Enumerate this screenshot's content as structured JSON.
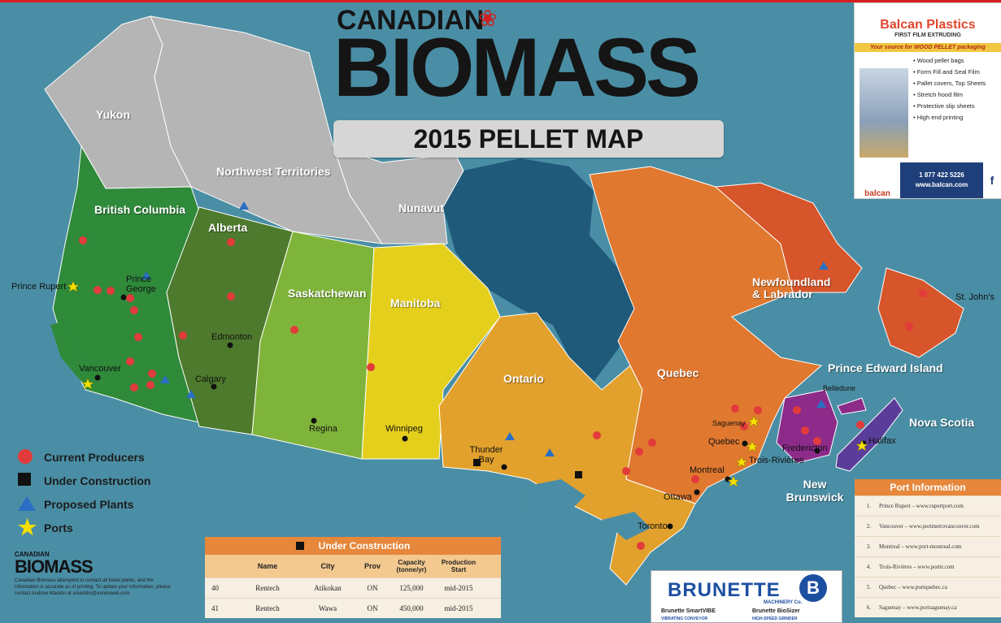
{
  "header": {
    "canadian": "CANADIAN",
    "biomass": "BIOMASS",
    "subtitle": "2015 PELLET MAP"
  },
  "provinces": [
    {
      "id": "yukon",
      "label": "Yukon"
    },
    {
      "id": "nwt",
      "label": "Northwest Territories"
    },
    {
      "id": "nunavut",
      "label": "Nunavut"
    },
    {
      "id": "bc",
      "label": "British Columbia"
    },
    {
      "id": "alberta",
      "label": "Alberta"
    },
    {
      "id": "sask",
      "label": "Saskatchewan"
    },
    {
      "id": "manitoba",
      "label": "Manitoba"
    },
    {
      "id": "ontario",
      "label": "Ontario"
    },
    {
      "id": "quebec",
      "label": "Quebec"
    },
    {
      "id": "nl",
      "label": "Newfoundland & Labrador"
    },
    {
      "id": "pei",
      "label": "Prince Edward Island"
    },
    {
      "id": "ns",
      "label": "Nova Scotia"
    },
    {
      "id": "nb",
      "label": "New Brunswick"
    }
  ],
  "cities": [
    "Prince Rupert",
    "Prince George",
    "Vancouver",
    "Edmonton",
    "Calgary",
    "Regina",
    "Winnipeg",
    "Thunder Bay",
    "Toronto",
    "Ottawa",
    "Montreal",
    "Quebec",
    "Trois-Rivières",
    "Saguenay",
    "Belledune",
    "Fredericton",
    "Halifax",
    "St. John's"
  ],
  "legend": {
    "current": "Current Producers",
    "construction": "Under Construction",
    "proposed": "Proposed Plants",
    "ports": "Ports"
  },
  "footer": {
    "logo_small": "CANADIAN",
    "logo_big": "BIOMASS",
    "disclaimer": "Canadian Biomass attempted to contact all listed plants, and the information is accurate as of printing. To update your information, please contact Andrew Macklin at amacklin@annexweb.com."
  },
  "under_construction": {
    "title": "Under Construction",
    "columns": [
      "",
      "Name",
      "City",
      "Prov",
      "Capacity (tonne/yr)",
      "Production Start"
    ],
    "rows": [
      [
        "40",
        "Rentech",
        "Atikokan",
        "ON",
        "125,000",
        "mid-2015"
      ],
      [
        "41",
        "Rentech",
        "Wawa",
        "ON",
        "450,000",
        "mid-2015"
      ]
    ]
  },
  "ports": {
    "title": "Port Information",
    "rows": [
      [
        "1.",
        "Prince Rupert – www.rupertport.com"
      ],
      [
        "2.",
        "Vancouver – www.portmetrovancouver.com"
      ],
      [
        "3.",
        "Montreal – www.port-montreal.com"
      ],
      [
        "4.",
        "Trois-Rivières – www.porttr.com"
      ],
      [
        "5.",
        "Quebec – www.portquebec.ca"
      ],
      [
        "6.",
        "Saguenay – www.portsaguenay.ca"
      ]
    ]
  },
  "ads": {
    "balcan": {
      "brand": "Balcan Plastics",
      "tag1": "FIRST FILM EXTRUDING",
      "tag2": "Your source for WOOD PELLET packaging",
      "items": [
        "Wood pellet bags",
        "Form Fill and Seal Film",
        "Pallet covers, Top Sheets",
        "Stretch hood film",
        "Protective slip sheets",
        "High end printing"
      ],
      "phone": "1 877 422 5226",
      "web": "www.balcan.com",
      "logo": "balcan"
    },
    "brunette": {
      "brand": "BRUNETTE",
      "sub": "MACHINERY Co.",
      "p1": "Brunette SmartVIBE",
      "p2": "Brunette BioSizer",
      "p1sub": "VIBRATING CONVEYOR",
      "p2sub": "HIGH-SPEED GRINDER"
    }
  },
  "colors": {
    "ocean": "#4a8ea5",
    "territories": "#b5b5b5",
    "bc": "#2f8a3a",
    "alberta": "#4d7a2c",
    "sask": "#7fb43a",
    "manitoba": "#e5cf1d",
    "ontario": "#e2a12c",
    "quebec": "#e0782f",
    "nl": "#d7552a",
    "maritimes": "#8d2b8a",
    "producer": "#e23b3b",
    "construction": "#111111",
    "proposed": "#2a6fc3",
    "port": "#f7e000"
  }
}
